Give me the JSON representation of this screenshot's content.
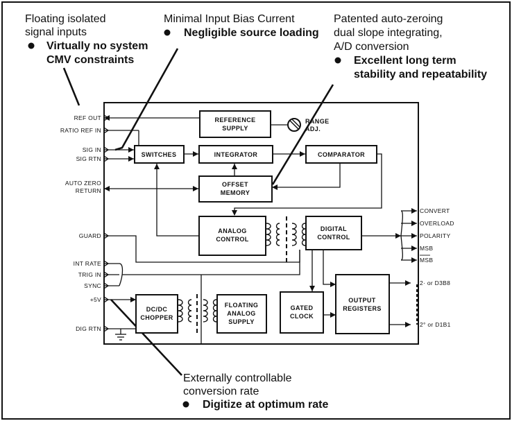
{
  "annotations": {
    "floating": {
      "line1": "Floating isolated",
      "line2": "signal inputs",
      "bullet1": "Virtually no system",
      "bullet2": "CMV constraints"
    },
    "bias": {
      "line1": "Minimal Input Bias Current",
      "bullet1": "Negligible source loading"
    },
    "autozero": {
      "line1": "Patented auto-zeroing",
      "line2": "dual slope integrating,",
      "line3": "A/D conversion",
      "bullet1": "Excellent long term",
      "bullet2": "stability and repeatability"
    },
    "rate": {
      "line1": "Externally controllable",
      "line2": "conversion rate",
      "bullet1": "Digitize at optimum rate"
    }
  },
  "blocks": {
    "reference_supply": [
      "REFERENCE",
      "SUPPLY"
    ],
    "range_adj": [
      "RANGE",
      "ADJ."
    ],
    "switches": "SWITCHES",
    "integrator": "INTEGRATOR",
    "comparator": "COMPARATOR",
    "offset_memory": [
      "OFFSET",
      "MEMORY"
    ],
    "analog_control": [
      "ANALOG",
      "CONTROL"
    ],
    "digital_control": [
      "DIGITAL",
      "CONTROL"
    ],
    "dcdc_chopper": [
      "DC/DC",
      "CHOPPER"
    ],
    "floating_analog_supply": [
      "FLOATING",
      "ANALOG",
      "SUPPLY"
    ],
    "gated_clock": [
      "GATED",
      "CLOCK"
    ],
    "output_registers": [
      "OUTPUT",
      "REGISTERS"
    ]
  },
  "left_pins": {
    "ref_out": "REF OUT",
    "ratio_ref_in": "RATIO REF IN",
    "sig_in": "SIG IN",
    "sig_rtn": "SIG RTN",
    "auto_zero_1": "AUTO ZERO",
    "auto_zero_2": "RETURN",
    "guard": "GUARD",
    "int_rate": "INT RATE",
    "trig_in": "TRIG IN",
    "sync": "SYNC",
    "plus5v": "+5V",
    "dig_rtn": "DIG RTN"
  },
  "right_pins": {
    "convert": "CONVERT",
    "overload": "OVERLOAD",
    "polarity": "POLARITY",
    "msb1": "MSB",
    "msb2": "MSB",
    "out_top": "2· or D3B8",
    "out_bot": "2° or D1B1"
  }
}
